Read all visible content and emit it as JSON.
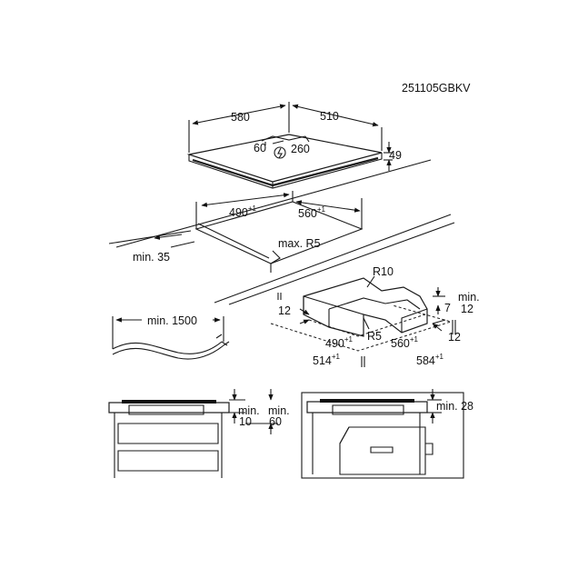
{
  "code": "251105GBKV",
  "hob": {
    "width": "580",
    "depth": "510",
    "height": "49",
    "conn_left": "60",
    "conn_right": "260"
  },
  "cutout": {
    "w": "490",
    "w_tol": "+1",
    "d": "560",
    "d_tol": "+1",
    "radius": "max. R5",
    "min_edge": "min. 35"
  },
  "cable": {
    "length": "min. 1500"
  },
  "frame": {
    "r10": "R10",
    "r5": "R5",
    "left12": "12",
    "right7": "7",
    "right12": "12",
    "right12b": "12",
    "min_label": "min.",
    "inner_w": "490",
    "inner_w_tol": "+1",
    "inner_d": "560",
    "inner_d_tol": "+1",
    "outer_w": "514",
    "outer_w_tol": "+1",
    "outer_d": "584",
    "outer_d_tol": "+1"
  },
  "drawers_section": {
    "min_a": "min.",
    "val_a": "10",
    "min_b": "min.",
    "val_b": "60"
  },
  "oven_section": {
    "min_c": "min. 28"
  }
}
